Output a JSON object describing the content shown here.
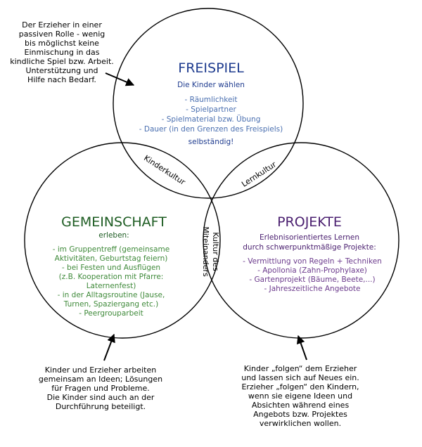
{
  "colors": {
    "freispiel": "#1f3c8f",
    "freispiel_list": "#4a6fb0",
    "gemeinschaft": "#1d5c22",
    "gemeinschaft_list": "#3f8a3a",
    "projekte": "#4b2070",
    "projekte_list": "#6b3a8c",
    "ink": "#000000"
  },
  "freispiel": {
    "title": "FREISPIEL",
    "subtitle": "Die Kinder wählen",
    "items": [
      "- Räumlichkeit",
      "- Spielpartner",
      "- Spielmaterial bzw. Übung",
      "- Dauer (in den Grenzen des Freispiels)"
    ],
    "footer": "selbständig!"
  },
  "gemeinschaft": {
    "title": "GEMEINSCHAFT",
    "subtitle": "erleben:",
    "items": [
      "- im Gruppentreff (gemeinsame",
      "Aktivitäten, Geburtstag feiern)",
      "- bei Festen und Ausflügen",
      "(z.B. Kooperation mit Pfarre:",
      "Laternenfest)",
      "- in der Alltagsroutine (Jause,",
      "Turnen, Spaziergang etc.)",
      "- Peergrouparbeit"
    ]
  },
  "projekte": {
    "title": "PROJEKTE",
    "subtitle_lines": [
      "Erlebnisorientiertes Lernen",
      "durch schwerpunktmäßige Projekte:"
    ],
    "items": [
      "- Vermittlung von Regeln + Techniken",
      "- Apollonia (Zahn-Prophylaxe)",
      "- Gartenprojekt (Bäume, Beete,...)",
      "- Jahreszeitliche Angebote"
    ]
  },
  "overlaps": {
    "kinderkultur": "Kinderkultur",
    "lernkultur": "Lernkultur",
    "center_line1": "Kultur des",
    "center_line2": "Miteinanders"
  },
  "notes": {
    "top_left": [
      "Der Erzieher in einer",
      "passiven Rolle - wenig",
      "bis möglichst keine",
      "Einmischung in das",
      "kindliche Spiel bzw. Arbeit.",
      "Unterstützung und",
      "Hilfe nach Bedarf."
    ],
    "bottom_left": [
      "Kinder und Erzieher arbeiten",
      "gemeinsam an Ideen; Lösungen",
      "für Fragen und Probleme.",
      "Die Kinder sind auch an der",
      "Durchführung beteiligt."
    ],
    "bottom_right": [
      "Kinder „folgen“ dem Erzieher",
      "und lassen sich auf Neues ein.",
      "Erzieher „folgen“ den Kindern,",
      "wenn sie eigene Ideen und",
      "Absichten während eines",
      "Angebots bzw. Projektes",
      "verwirklichen wollen."
    ]
  }
}
